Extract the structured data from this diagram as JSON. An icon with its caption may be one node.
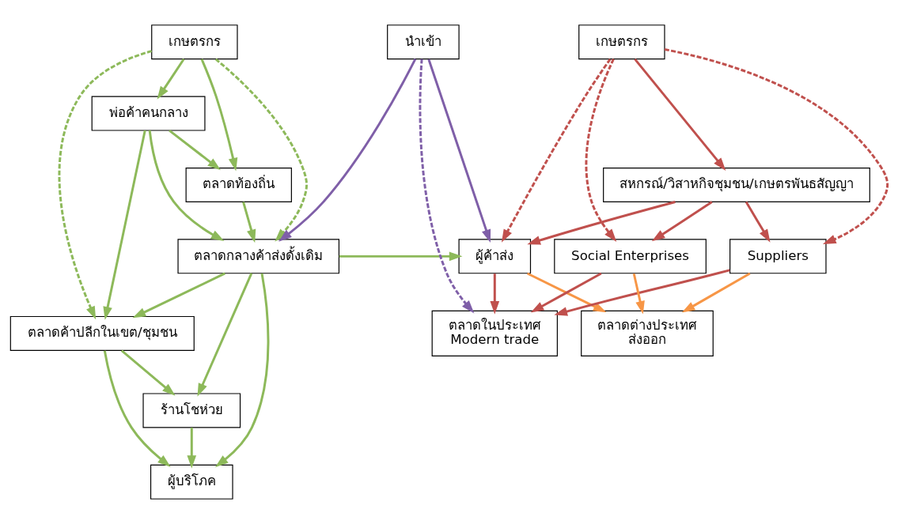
{
  "diagram": {
    "nodes": [
      {
        "text": [
          "เกษตรกร"
        ]
      },
      {
        "text": [
          "พ่อค้าคนกลาง"
        ]
      },
      {
        "text": [
          "ตลาดท้องถิ่น"
        ]
      },
      {
        "text": [
          "ตลาดกลางค้าส่งดั้งเดิม"
        ]
      },
      {
        "text": [
          "ตลาดค้าปลีกในเขต/ชุมชน"
        ]
      },
      {
        "text": [
          "ร้านโชห่วย"
        ]
      },
      {
        "text": [
          "ผู้บริโภค"
        ]
      },
      {
        "text": [
          "นำเข้า"
        ]
      },
      {
        "text": [
          "เกษตรกร"
        ]
      },
      {
        "text": [
          "สหกรณ์/วิสาหกิจชุมชน/เกษตรพันธสัญญา"
        ]
      },
      {
        "text": [
          "ผู้ค้าส่ง"
        ]
      },
      {
        "text": [
          "Suppliers"
        ]
      },
      {
        "text": [
          "Social Enterprises"
        ]
      },
      {
        "text": [
          "ตลาดในประเทศ",
          "Modern trade"
        ]
      },
      {
        "text": [
          "ตลาดต่างประเทศ",
          "ส่งออก"
        ]
      }
    ],
    "edges": [
      {
        "from": 0,
        "to": 1,
        "arrow": "to"
      },
      {
        "from": 0,
        "to": 2,
        "arrow": "to"
      },
      {
        "from": 0,
        "to": 4,
        "arrow": "to",
        "style": "dashed"
      },
      {
        "from": 0,
        "to": 3,
        "arrow": "to",
        "style": "dashed"
      },
      {
        "from": 1,
        "to": 2,
        "arrow": "to"
      },
      {
        "from": 1,
        "to": 4,
        "arrow": "to"
      },
      {
        "from": 1,
        "to": 3,
        "arrow": "to"
      },
      {
        "from": 2,
        "to": 3,
        "arrow": "to"
      },
      {
        "from": 3,
        "to": 4,
        "arrow": "to"
      },
      {
        "from": 3,
        "to": 5,
        "arrow": "to"
      },
      {
        "from": 3,
        "to": 6,
        "arrow": "to"
      },
      {
        "from": 3,
        "to": 10,
        "arrow": "to"
      },
      {
        "from": 4,
        "to": 5,
        "arrow": "to"
      },
      {
        "from": 4,
        "to": 6,
        "arrow": "to"
      },
      {
        "from": 5,
        "to": 6,
        "arrow": "to"
      },
      {
        "from": 7,
        "to": 3,
        "arrow": "to",
        "color": "#7f5fa8"
      },
      {
        "from": 7,
        "to": 10,
        "arrow": "to",
        "color": "#7f5fa8"
      },
      {
        "from": 7,
        "to": 13,
        "arrow": "to",
        "style": "dashed",
        "color": "#7f5fa8"
      },
      {
        "from": 8,
        "to": 9,
        "arrow": "to",
        "color": "#c0504d"
      },
      {
        "from": 8,
        "to": 10,
        "arrow": "to",
        "style": "dashed",
        "color": "#c0504d"
      },
      {
        "from": 8,
        "to": 11,
        "arrow": "to",
        "style": "dashed",
        "color": "#c0504d"
      },
      {
        "from": 8,
        "to": 12,
        "arrow": "to",
        "style": "dashed",
        "color": "#c0504d"
      },
      {
        "from": 9,
        "to": 10,
        "arrow": "to",
        "color": "#c0504d"
      },
      {
        "from": 9,
        "to": 11,
        "arrow": "to",
        "color": "#c0504d"
      },
      {
        "from": 9,
        "to": 12,
        "arrow": "to",
        "color": "#c0504d"
      },
      {
        "from": 10,
        "to": 13,
        "arrow": "to",
        "color": "#c0504d"
      },
      {
        "from": 11,
        "to": 13,
        "arrow": "to",
        "color": "#c0504d"
      },
      {
        "from": 12,
        "to": 13,
        "arrow": "to",
        "color": "#c0504d"
      },
      {
        "from": 10,
        "to": 14,
        "arrow": "to",
        "color": "#f79646"
      },
      {
        "from": 11,
        "to": 14,
        "arrow": "to",
        "color": "#f79646"
      },
      {
        "from": 12,
        "to": 14,
        "arrow": "to",
        "color": "#f79646"
      }
    ]
  }
}
